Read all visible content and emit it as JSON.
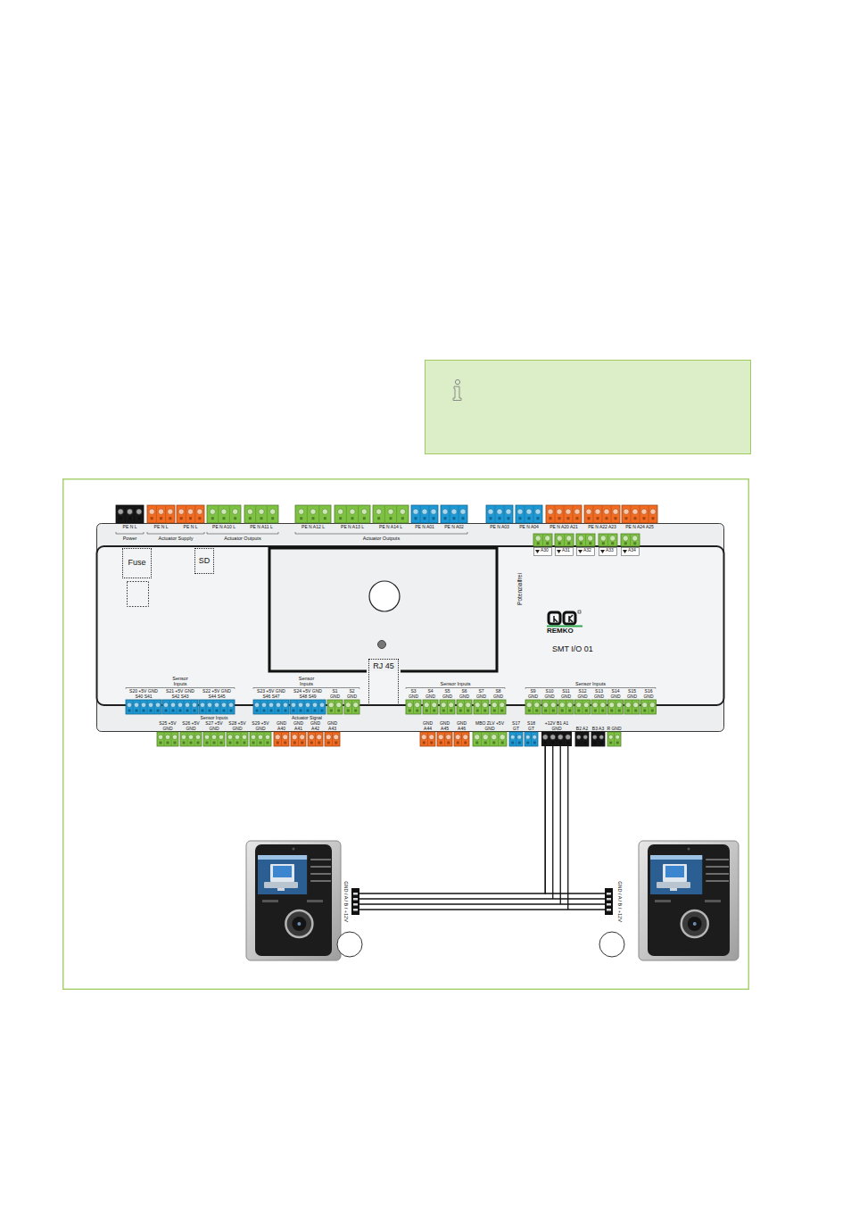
{
  "diagram": {
    "nodes": [
      {
        "text": [
          "REMKO",
          "SMT I/O 01"
        ]
      },
      {
        "text": [
          "Fuse"
        ],
        "in": 0
      },
      {
        "text": [
          "SD"
        ],
        "in": 0
      },
      {
        "text": [
          "RJ 45"
        ],
        "in": 0
      },
      {
        "text": [
          "+12V B1 A1 GND"
        ],
        "in": 0
      },
      {
        "text": [
          "GND / A / B / +12V"
        ]
      },
      {
        "text": [
          "GND / A / B / +12V"
        ]
      }
    ],
    "edges": [
      {
        "from": 4,
        "to": 5,
        "arrow": "none"
      },
      {
        "from": 4,
        "to": 6,
        "arrow": "none"
      }
    ],
    "labels": [
      "PE N L",
      "PE N L",
      "PE N L",
      "PE N A10 L",
      "PE N A11 L",
      "PE N A12 L",
      "PE N A13 L",
      "PE N A14 L",
      "PE N A01",
      "PE N A02",
      "PE N A03",
      "PE N A04",
      "PE N A20 A21",
      "PE N A22 A23",
      "PE N A24 A25",
      "Power",
      "Actuator Supply",
      "Actuator Outputs",
      "Actuator Outputs",
      "Potenzialfrei",
      "A30",
      "A31",
      "A32",
      "A33",
      "A34",
      "Sensor Inputs",
      "Sensor Inputs",
      "Sensor Inputs",
      "Sensor Inputs",
      "S20 +5V GND S40 S41",
      "S21 +5V GND S42 S43",
      "S22 +5V GND S44 S45",
      "S23 +5V GND S46 S47",
      "S24 +5V GND S48 S49",
      "S1 GND",
      "S2 GND",
      "S3 GND",
      "S4 GND",
      "S5 GND",
      "S6 GND",
      "S7 GND",
      "S8 GND",
      "S9 GND",
      "S10 GND",
      "S11 GND",
      "S12 GND",
      "S13 GND",
      "S14 GND",
      "S15 GND",
      "S16 GND",
      "Sensor Inputs",
      "Actuator Signal",
      "S25 +5V GND",
      "S26 +5V GND",
      "S27 +5V GND",
      "S28 +5V GND",
      "S29 +5V GND",
      "GND A40",
      "GND A41",
      "GND A42",
      "GND A43",
      "GND A44",
      "GND A45",
      "GND A46",
      "MBO ZLV +5V GND",
      "S17 GT",
      "S18 GT",
      "B2 A2",
      "B3 A3",
      "R GND"
    ]
  }
}
